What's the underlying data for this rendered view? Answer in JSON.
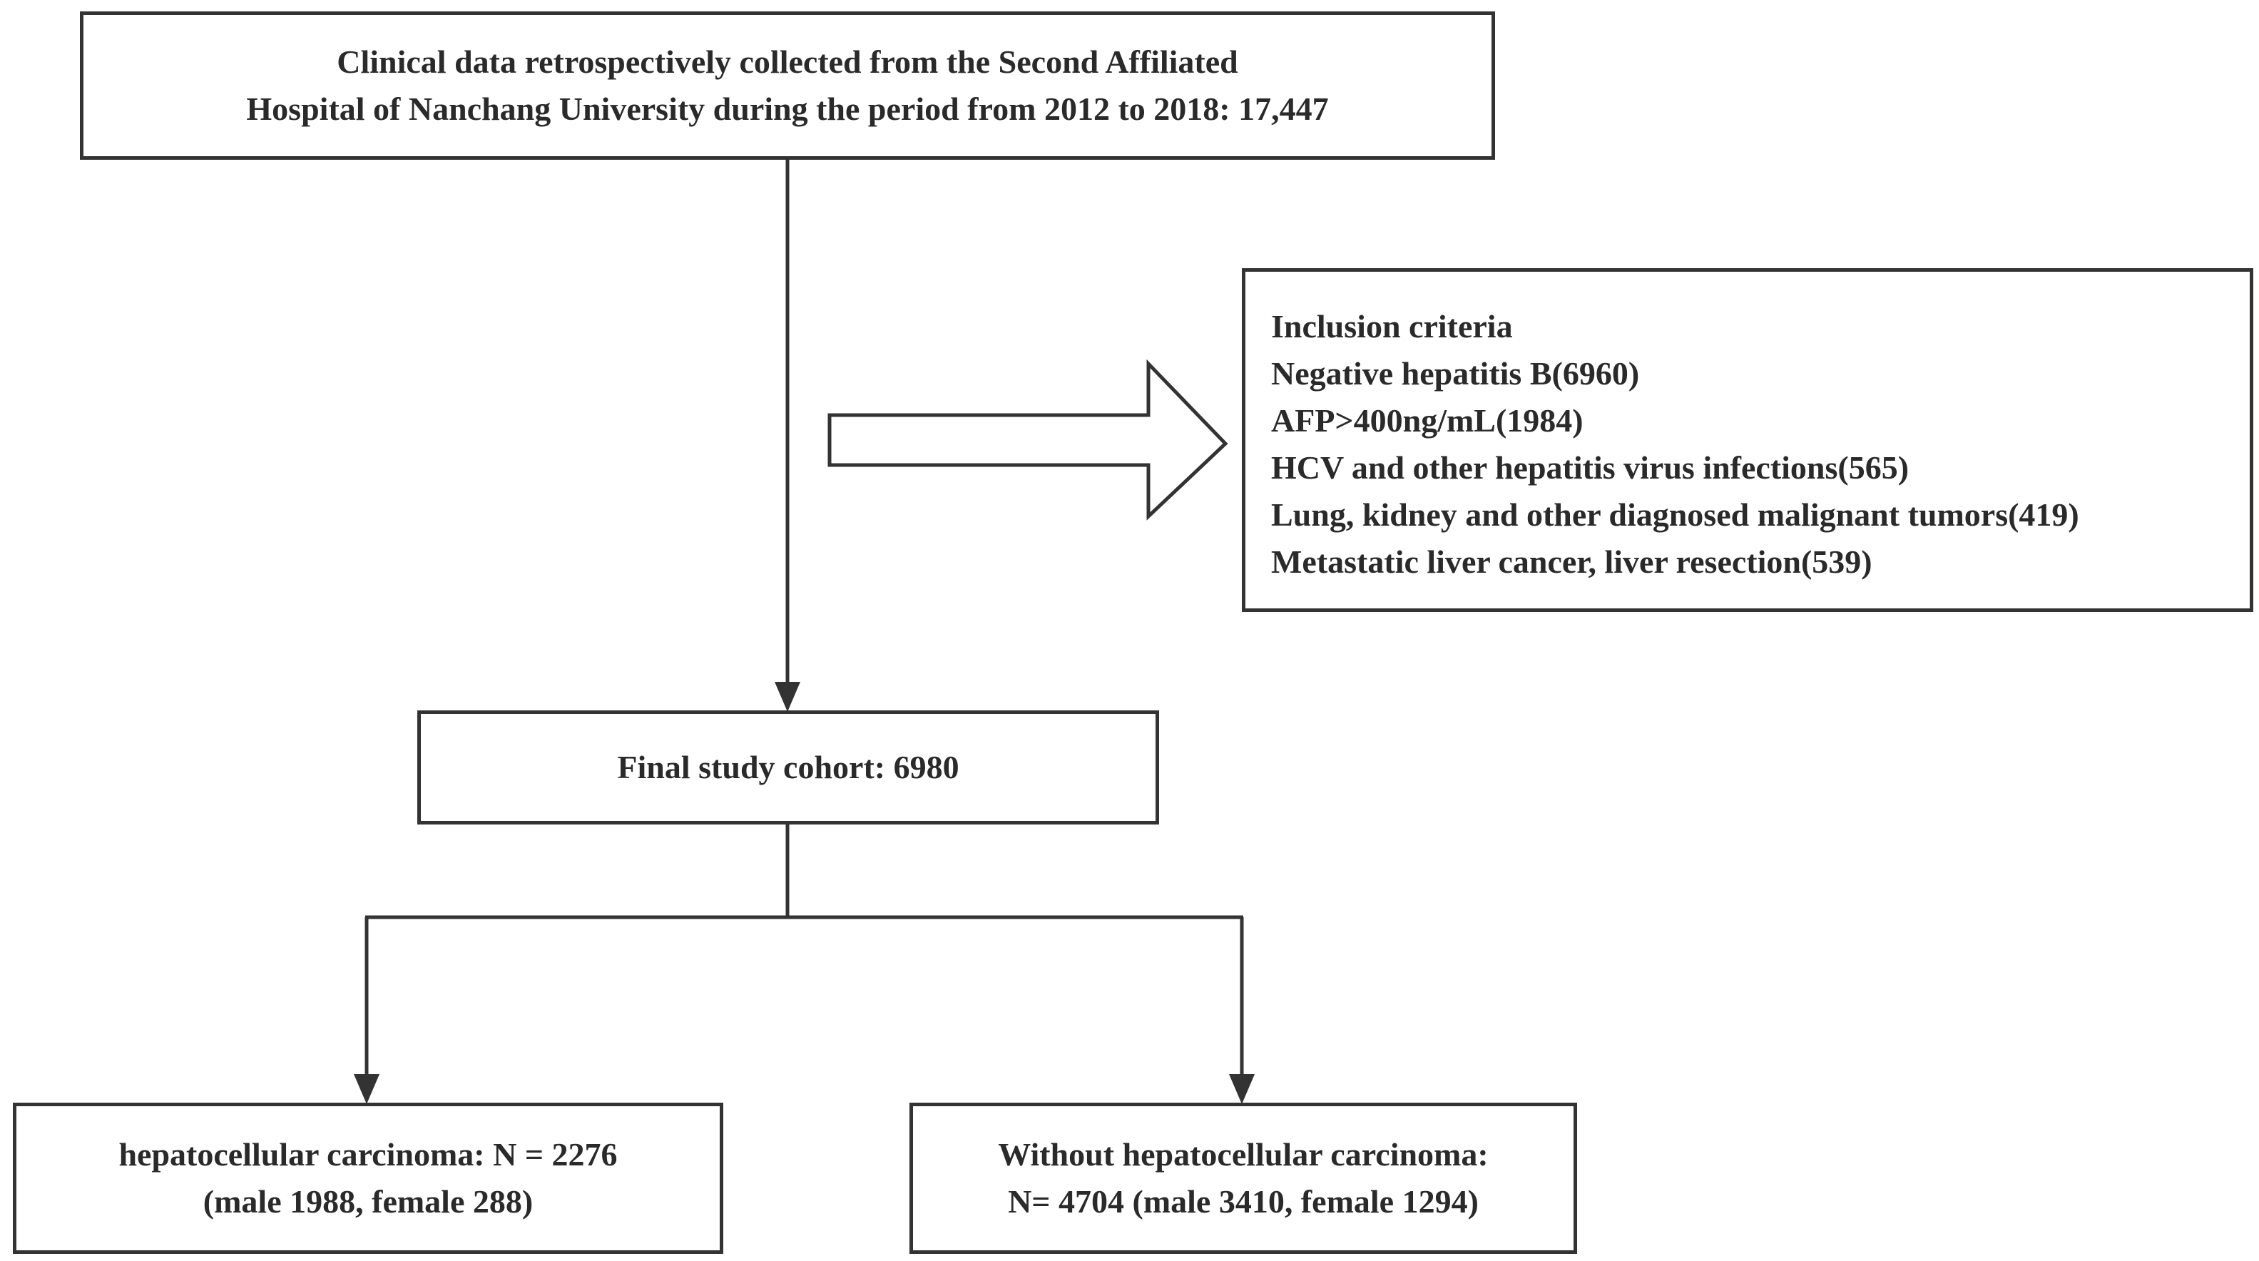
{
  "source_box": {
    "line1": "Clinical data retrospectively collected from the Second Affiliated",
    "line2": "Hospital of Nanchang University during the period from 2012 to 2018: 17,447"
  },
  "criteria_box": {
    "title": "Inclusion criteria",
    "items": [
      "Negative hepatitis B(6960)",
      "AFP>400ng/mL(1984)",
      "HCV and other hepatitis virus infections(565)",
      "Lung, kidney and other diagnosed malignant tumors(419)",
      "Metastatic liver cancer, liver resection(539)"
    ]
  },
  "cohort_box": {
    "text": "Final study cohort: 6980"
  },
  "hcc_box": {
    "line1": "hepatocellular carcinoma: N = 2276",
    "line2": "(male 1988, female 288)"
  },
  "non_hcc_box": {
    "line1": "Without hepatocellular carcinoma:",
    "line2": "N= 4704 (male 3410, female 1294)"
  },
  "colors": {
    "stroke": "#333333",
    "text": "#2a2a2a",
    "background": "#ffffff"
  }
}
